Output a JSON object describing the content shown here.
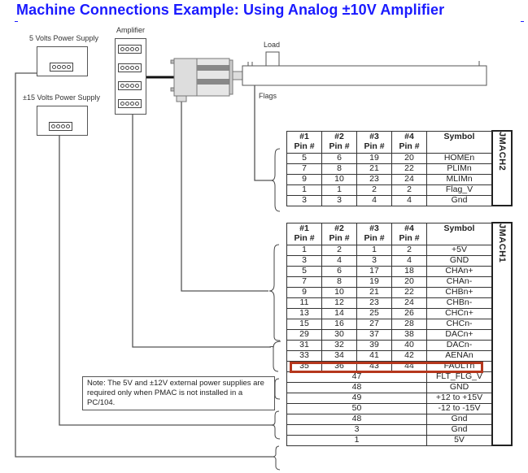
{
  "title": "Machine Connections Example: Using Analog ±10V Amplifier",
  "labels": {
    "power5": "5 Volts Power Supply",
    "power15": "±15 Volts Power Supply",
    "amplifier": "Amplifier",
    "load": "Load",
    "flags": "Flags"
  },
  "note": "Note: The 5V and ±12V external power supplies are required only when PMAC is not installed in a PC/104.",
  "colors": {
    "title": "#1a1aff",
    "highlight": "#b5371d"
  },
  "jmach2": {
    "name": "JMACH2",
    "headers": [
      "#1 Pin #",
      "#2 Pin #",
      "#3 Pin #",
      "#4 Pin #",
      "Symbol"
    ],
    "rows": [
      [
        "5",
        "6",
        "19",
        "20",
        "HOMEn"
      ],
      [
        "7",
        "8",
        "21",
        "22",
        "PLIMn"
      ],
      [
        "9",
        "10",
        "23",
        "24",
        "MLIMn"
      ],
      [
        "1",
        "1",
        "2",
        "2",
        "Flag_V"
      ],
      [
        "3",
        "3",
        "4",
        "4",
        "Gnd"
      ]
    ]
  },
  "jmach1": {
    "name": "JMACH1",
    "headers": [
      "#1 Pin #",
      "#2 Pin #",
      "#3 Pin #",
      "#4 Pin #",
      "Symbol"
    ],
    "rows": [
      [
        "1",
        "2",
        "1",
        "2",
        "+5V"
      ],
      [
        "3",
        "4",
        "3",
        "4",
        "GND"
      ],
      [
        "5",
        "6",
        "17",
        "18",
        "CHAn+"
      ],
      [
        "7",
        "8",
        "19",
        "20",
        "CHAn-"
      ],
      [
        "9",
        "10",
        "21",
        "22",
        "CHBn+"
      ],
      [
        "11",
        "12",
        "23",
        "24",
        "CHBn-"
      ],
      [
        "13",
        "14",
        "25",
        "26",
        "CHCn+"
      ],
      [
        "15",
        "16",
        "27",
        "28",
        "CHCn-"
      ],
      [
        "29",
        "30",
        "37",
        "38",
        "DACn+"
      ],
      [
        "31",
        "32",
        "39",
        "40",
        "DACn-"
      ],
      [
        "33",
        "34",
        "41",
        "42",
        "AENAn"
      ],
      [
        "35",
        "36",
        "43",
        "44",
        "FAULTn"
      ]
    ],
    "shared_rows": [
      [
        "47",
        "FLT_FLG_V"
      ],
      [
        "48",
        "GND"
      ],
      [
        "49",
        "+12 to +15V"
      ],
      [
        "50",
        "-12 to -15V"
      ],
      [
        "48",
        "Gnd"
      ],
      [
        "3",
        "Gnd"
      ],
      [
        "1",
        "5V"
      ]
    ],
    "highlighted_symbol": "AENAn"
  }
}
